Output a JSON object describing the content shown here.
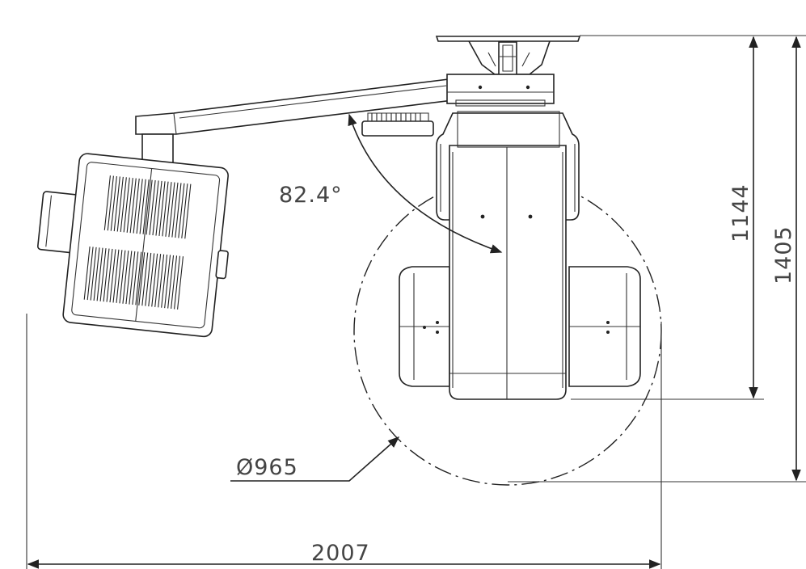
{
  "dimensions": {
    "angle": "82.4°",
    "diameter": "Ø965",
    "height_inner": "1144",
    "height_outer": "1405",
    "width": "2007"
  },
  "colors": {
    "line": "#222222",
    "text": "#444444",
    "background": "#ffffff"
  }
}
